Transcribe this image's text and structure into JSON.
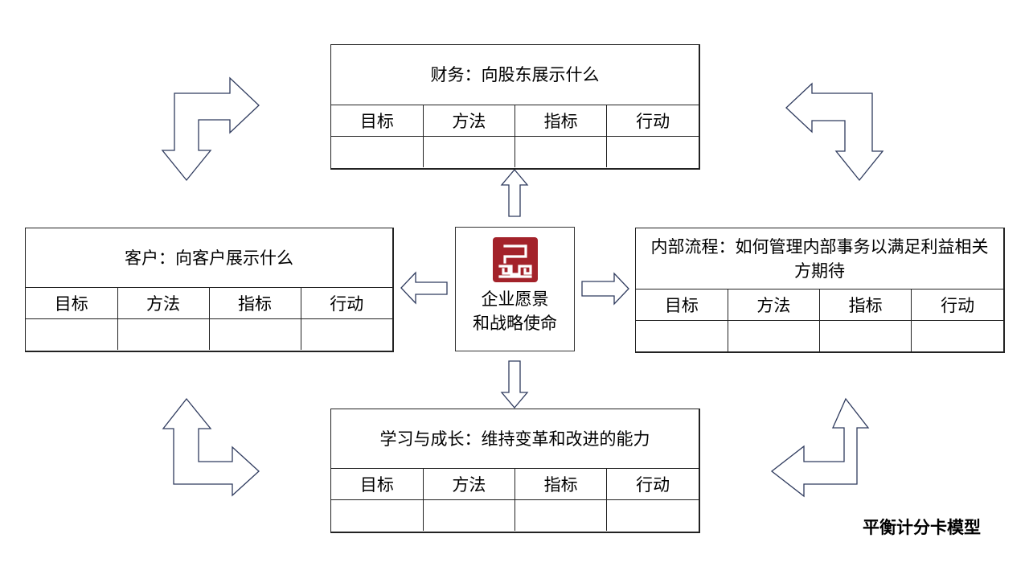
{
  "center": {
    "line1": "企业愿景",
    "line2": "和战略使命",
    "logo_color": "#a3222a"
  },
  "panels": {
    "finance": {
      "title": "财务：向股东展示什么"
    },
    "customer": {
      "title": "客户：向客户展示什么"
    },
    "process": {
      "title": "内部流程：如何管理内部事务以满足利益相关方期待"
    },
    "learning": {
      "title": "学习与成长：维持变革和改进的能力"
    }
  },
  "columns": [
    "目标",
    "方法",
    "指标",
    "行动"
  ],
  "caption": "平衡计分卡模型",
  "colors": {
    "arrow_stroke": "#2f3b5e",
    "border": "#222222"
  }
}
